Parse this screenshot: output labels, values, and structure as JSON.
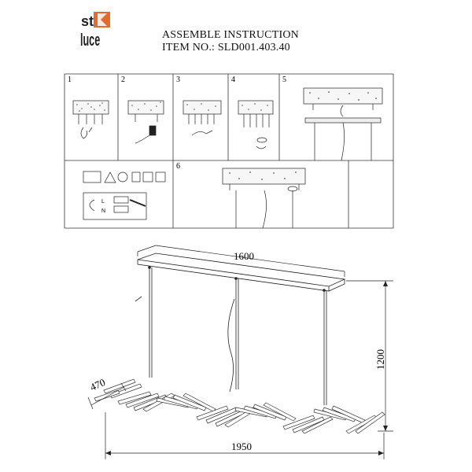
{
  "brand": {
    "logo_top": "st",
    "logo_bottom": "luce"
  },
  "header": {
    "line1": "ASSEMBLE INSTRUCTION",
    "line2": "ITEM NO.:  SLD001.403.40"
  },
  "steps": [
    "1",
    "2",
    "3",
    "4",
    "5",
    "6"
  ],
  "wiring": {
    "labels": [
      "L",
      "N"
    ]
  },
  "dimensions": {
    "canopy_length": "1600",
    "height": "1200",
    "depth": "470",
    "overall_length": "1950"
  }
}
